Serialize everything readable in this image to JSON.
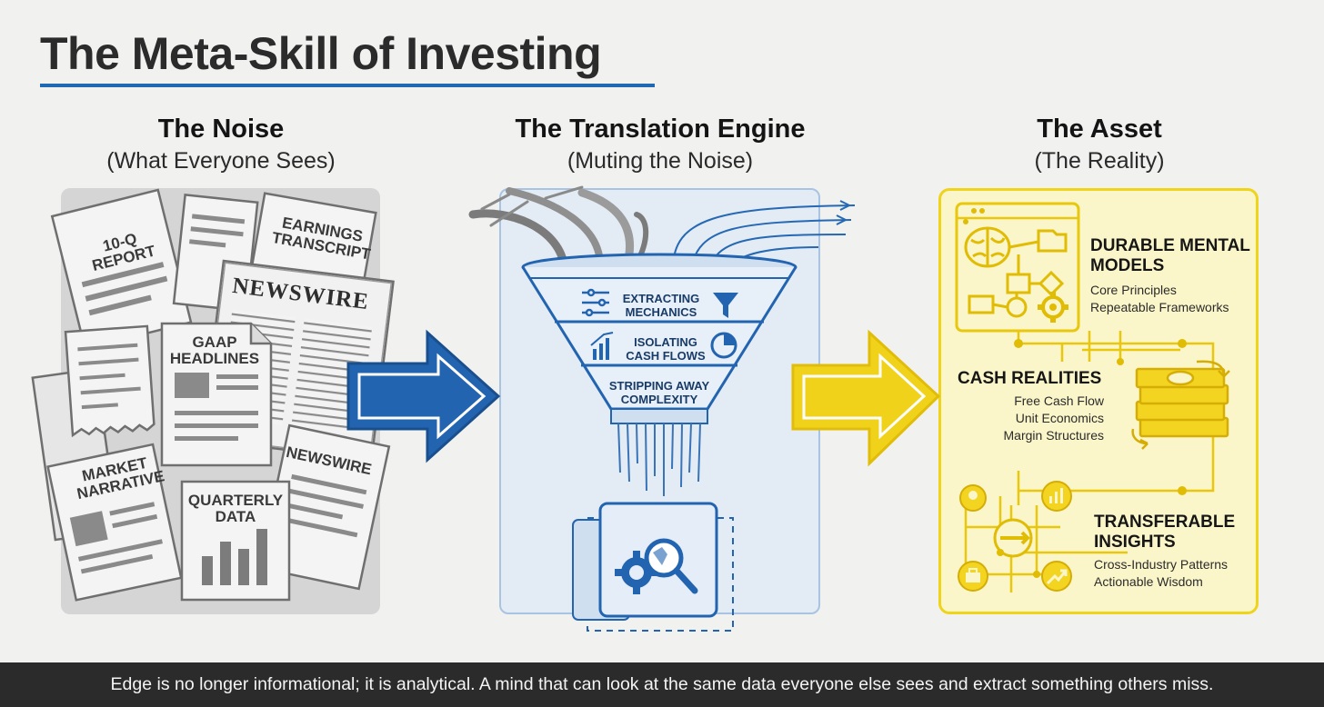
{
  "title": "The Meta-Skill of Investing",
  "colors": {
    "accent_blue": "#2168b3",
    "accent_yellow": "#efd41b",
    "noise_gray": "#d5d5d5",
    "footer_bg": "#2b2b2b"
  },
  "columns": [
    {
      "heading": "The Noise",
      "subheading": "(What Everyone Sees)"
    },
    {
      "heading": "The Translation Engine",
      "subheading": "(Muting the Noise)"
    },
    {
      "heading": "The Asset",
      "subheading": "(The Reality)"
    }
  ],
  "noise": {
    "docs": {
      "report": "10-Q REPORT",
      "earnings": "EARNINGS TRANSCRIPT",
      "newswire_big": "NEWSWIRE",
      "gaap": "GAAP HEADLINES",
      "market": "MARKET NARRATIVE",
      "quarterly": "QUARTERLY DATA",
      "newswire_small": "NEWSWIRE"
    }
  },
  "engine": {
    "layers": [
      {
        "label": "EXTRACTING MECHANICS",
        "icon": "filter-icon"
      },
      {
        "label": "ISOLATING CASH FLOWS",
        "icon": "pie-chart-icon"
      },
      {
        "label": "STRIPPING AWAY COMPLEXITY"
      }
    ]
  },
  "asset": {
    "models": {
      "heading": "DURABLE MENTAL MODELS",
      "items": [
        "Core Principles",
        "Repeatable Frameworks"
      ]
    },
    "cash": {
      "heading": "CASH REALITIES",
      "items": [
        "Free Cash Flow",
        "Unit Economics",
        "Margin Structures"
      ]
    },
    "insights": {
      "heading": "TRANSFERABLE INSIGHTS",
      "items": [
        "Cross-Industry Patterns",
        "Actionable Wisdom"
      ]
    }
  },
  "footer": "Edge is no longer informational; it is analytical. A mind that can look at the same data everyone else sees and extract something others miss."
}
